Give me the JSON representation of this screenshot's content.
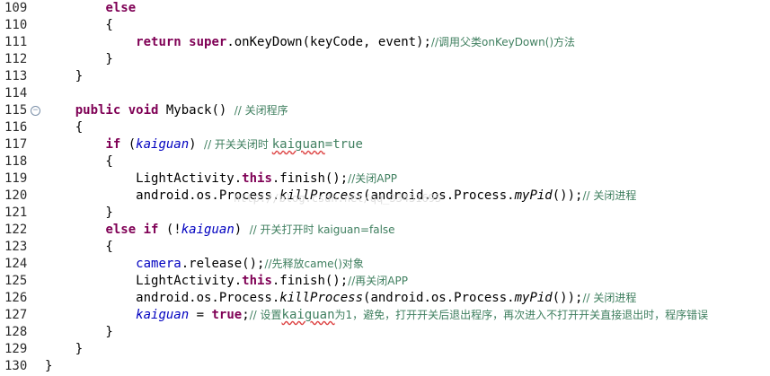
{
  "lines": [
    {
      "no": "109",
      "fold": false,
      "segs": [
        [
          "        ",
          ""
        ],
        [
          "else",
          "kw"
        ]
      ]
    },
    {
      "no": "110",
      "fold": false,
      "segs": [
        [
          "        {",
          ""
        ]
      ]
    },
    {
      "no": "111",
      "fold": false,
      "segs": [
        [
          "            ",
          ""
        ],
        [
          "return",
          "kw"
        ],
        [
          " ",
          ""
        ],
        [
          "super",
          "kw"
        ],
        [
          ".onKeyDown(keyCode, event);",
          ""
        ],
        [
          "//调用父类onKeyDown()方法",
          "cm"
        ]
      ]
    },
    {
      "no": "112",
      "fold": false,
      "segs": [
        [
          "        }",
          ""
        ]
      ]
    },
    {
      "no": "113",
      "fold": false,
      "segs": [
        [
          "    }",
          ""
        ]
      ]
    },
    {
      "no": "114",
      "fold": false,
      "segs": [
        [
          "",
          ""
        ]
      ]
    },
    {
      "no": "115",
      "fold": true,
      "segs": [
        [
          "    ",
          ""
        ],
        [
          "public",
          "kw"
        ],
        [
          " ",
          ""
        ],
        [
          "void",
          "kw"
        ],
        [
          " Myback() ",
          ""
        ],
        [
          "// 关闭程序",
          "cm"
        ]
      ]
    },
    {
      "no": "116",
      "fold": false,
      "segs": [
        [
          "    {",
          ""
        ]
      ]
    },
    {
      "no": "117",
      "fold": false,
      "segs": [
        [
          "        ",
          ""
        ],
        [
          "if",
          "kw"
        ],
        [
          " (",
          ""
        ],
        [
          "kaiguan",
          "fldi"
        ],
        [
          ") ",
          ""
        ],
        [
          "// 开关关闭时 ",
          "cm"
        ],
        [
          "kaiguan",
          "cm squig"
        ],
        [
          "=true",
          "cm"
        ]
      ]
    },
    {
      "no": "118",
      "fold": false,
      "segs": [
        [
          "        {",
          ""
        ]
      ]
    },
    {
      "no": "119",
      "fold": false,
      "segs": [
        [
          "            LightActivity.",
          ""
        ],
        [
          "this",
          "kw"
        ],
        [
          ".finish();",
          ""
        ],
        [
          "//关闭APP",
          "cm"
        ]
      ]
    },
    {
      "no": "120",
      "fold": false,
      "segs": [
        [
          "            android.os.Process.",
          ""
        ],
        [
          "killProcess",
          "it"
        ],
        [
          "(android.os.Process.",
          ""
        ],
        [
          "myPid",
          "it"
        ],
        [
          "());",
          ""
        ],
        [
          "// 关闭进程",
          "cm"
        ]
      ]
    },
    {
      "no": "121",
      "fold": false,
      "segs": [
        [
          "        }",
          ""
        ]
      ]
    },
    {
      "no": "122",
      "fold": false,
      "segs": [
        [
          "        ",
          ""
        ],
        [
          "else",
          "kw"
        ],
        [
          " ",
          ""
        ],
        [
          "if",
          "kw"
        ],
        [
          " (!",
          ""
        ],
        [
          "kaiguan",
          "fldi"
        ],
        [
          ") ",
          ""
        ],
        [
          "// 开关打开时 kaiguan=false",
          "cm"
        ]
      ]
    },
    {
      "no": "123",
      "fold": false,
      "segs": [
        [
          "        {",
          ""
        ]
      ]
    },
    {
      "no": "124",
      "fold": false,
      "segs": [
        [
          "            ",
          ""
        ],
        [
          "camera",
          "fld"
        ],
        [
          ".release();",
          ""
        ],
        [
          "//先释放came()对象",
          "cm"
        ]
      ]
    },
    {
      "no": "125",
      "fold": false,
      "segs": [
        [
          "            LightActivity.",
          ""
        ],
        [
          "this",
          "kw"
        ],
        [
          ".finish();",
          ""
        ],
        [
          "//再关闭APP",
          "cm"
        ]
      ]
    },
    {
      "no": "126",
      "fold": false,
      "segs": [
        [
          "            android.os.Process.",
          ""
        ],
        [
          "killProcess",
          "it"
        ],
        [
          "(android.os.Process.",
          ""
        ],
        [
          "myPid",
          "it"
        ],
        [
          "());",
          ""
        ],
        [
          "// 关闭进程",
          "cm"
        ]
      ]
    },
    {
      "no": "127",
      "fold": false,
      "segs": [
        [
          "            ",
          ""
        ],
        [
          "kaiguan",
          "fldi"
        ],
        [
          " = ",
          ""
        ],
        [
          "true",
          "kw"
        ],
        [
          ";",
          ""
        ],
        [
          "// 设置",
          "cm"
        ],
        [
          "kaiguan",
          "cm squig"
        ],
        [
          "为1，避免，打开开关后退出程序，再次进入不打开开关直接退出时，程序错误",
          "cm"
        ]
      ]
    },
    {
      "no": "128",
      "fold": false,
      "segs": [
        [
          "        }",
          ""
        ]
      ]
    },
    {
      "no": "129",
      "fold": false,
      "segs": [
        [
          "    }",
          ""
        ]
      ]
    },
    {
      "no": "130",
      "fold": false,
      "segs": [
        [
          "}",
          ""
        ]
      ]
    }
  ],
  "watermark": "http://blog.csdn.net/qq_33451695",
  "colors": {
    "keyword": "#7f0055",
    "comment": "#3f7f5f",
    "field": "#0000c0",
    "line_number": "#2b2b2b",
    "fold_marker": "#7a8fa8"
  },
  "icons": {
    "fold_marker": "fold-collapse-icon"
  }
}
